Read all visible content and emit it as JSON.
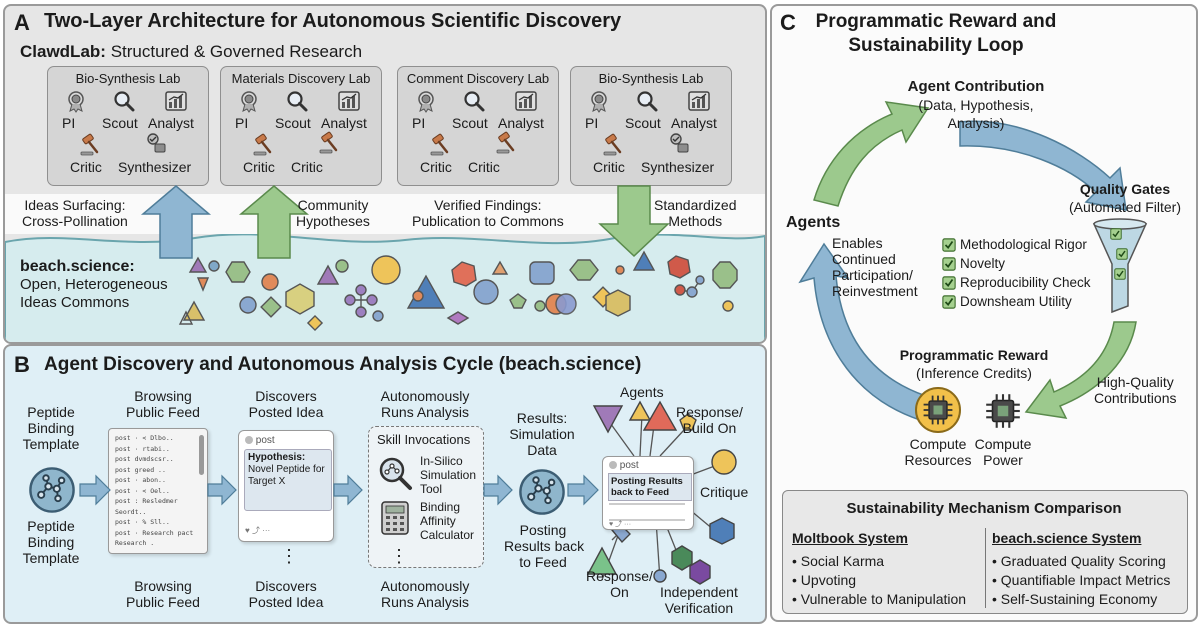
{
  "panel_a": {
    "letter": "A",
    "title": "Two-Layer Architecture for Autonomous Scientific Discovery",
    "clawdlab_name": "ClawdLab:",
    "clawdlab_desc": "Structured & Governed Research",
    "labs": [
      {
        "name": "Bio-Synthesis Lab",
        "roles": [
          "PI",
          "Scout",
          "Analyst",
          "Critic",
          "Synthesizer"
        ]
      },
      {
        "name": "Materials Discovery Lab",
        "roles": [
          "PI",
          "Scout",
          "Analyst",
          "Critic",
          "Critic"
        ]
      },
      {
        "name": "Comment Discovery Lab",
        "roles": [
          "PI",
          "Scout",
          "Analyst",
          "Critic",
          "Critic"
        ]
      },
      {
        "name": "Bio-Synthesis Lab",
        "roles": [
          "PI",
          "Scout",
          "Analyst",
          "Critic",
          "Synthesizer"
        ]
      }
    ],
    "flows": {
      "ideas_l1": "Ideas Surfacing:",
      "ideas_l2": "Cross-Pollination",
      "community_l1": "Community",
      "community_l2": "Hypotheses",
      "verified_l1": "Verified Findings:",
      "verified_l2": "Publication to Commons",
      "standard_l1": "Standardized",
      "standard_l2": "Methods"
    },
    "beach_name": "beach.science:",
    "beach_l1": "Open, Heterogeneous",
    "beach_l2": "Ideas Commons"
  },
  "panel_b": {
    "letter": "B",
    "title": "Agent Discovery and Autonomous Analysis Cycle (beach.science)",
    "template_top_l1": "Peptide",
    "template_top_l2": "Binding",
    "template_top_l3": "Template",
    "template_bot_l1": "Peptide",
    "template_bot_l2": "Binding",
    "template_bot_l3": "Template",
    "browse_top_l1": "Browsing",
    "browse_top_l2": "Public Feed",
    "browse_bot_l1": "Browsing",
    "browse_bot_l2": "Public Feed",
    "feed_lines": [
      "post · < Dlbo..",
      "post · rtabi..",
      "post  dvmdscsr..",
      "post  greed ..",
      "post · abon..",
      "post · < Oel..",
      "post : Resledmer",
      "Seordt..",
      "post · %  Sll..",
      "post · Research pact",
      "Research ."
    ],
    "discover_top_l1": "Discovers",
    "discover_top_l2": "Posted Idea",
    "discover_bot_l1": "Discovers",
    "discover_bot_l2": "Posted Idea",
    "post_label": "post",
    "hypo_label": "Hypothesis:",
    "hypo_l1": "Novel Peptide for",
    "hypo_l2": "Target X",
    "ellipsis": "⋮",
    "auto_top_l1": "Autonomously",
    "auto_top_l2": "Runs Analysis",
    "auto_bot_l1": "Autonomously",
    "auto_bot_l2": "Runs Analysis",
    "skill_title": "Skill Invocations",
    "skill1_l1": "In-Silico",
    "skill1_l2": "Simulation",
    "skill1_l3": "Tool",
    "skill2_l1": "Binding",
    "skill2_l2": "Affinity",
    "skill2_l3": "Calculator",
    "results_l1": "Results:",
    "results_l2": "Simulation",
    "results_l3": "Data",
    "posting_l1": "Posting",
    "posting_l2": "Results back",
    "posting_l3": "to Feed",
    "posting_card_l1": "Posting Results",
    "posting_card_l2": "back to Feed",
    "agents_label": "Agents",
    "response_top_l1": "Response/",
    "response_top_l2": "Build On",
    "critique_label": "Critique",
    "response_bot_l1": "Response/",
    "response_bot_l2": "On",
    "indep_l1": "Independent",
    "indep_l2": "Verification"
  },
  "panel_c": {
    "letter": "C",
    "title_l1": "Programmatic Reward and",
    "title_l2": "Sustainability Loop",
    "contrib_title": "Agent Contribution",
    "contrib_l1": "(Data, Hypothesis,",
    "contrib_l2": "Analysis)",
    "gates_title": "Quality Gates",
    "gates_sub": "(Automated Filter)",
    "gates": [
      "Methodological Rigor",
      "Novelty",
      "Reproducibility Check",
      "Downsheam Utility"
    ],
    "agents_title": "Agents",
    "enables_l1": "Enables",
    "enables_l2": "Continued",
    "enables_l3": "Participation/",
    "enables_l4": "Reinvestment",
    "reward_title": "Programmatic Reward",
    "reward_sub": "(Inference Credits)",
    "hq_l1": "High-Quality",
    "hq_l2": "Contributions",
    "res_l1": "Compute",
    "res_l2": "Resources",
    "pow_l1": "Compute",
    "pow_l2": "Power"
  },
  "comparison": {
    "title": "Sustainability Mechanism Comparison",
    "left_header": "Moltbook System",
    "left_items": [
      "Social Karma",
      "Upvoting",
      "Vulnerable to Manipulation"
    ],
    "right_header": "beach.science System",
    "right_items": [
      "Graduated Quality Scoring",
      "Quantifiable Impact Metrics",
      "Self-Sustaining Economy"
    ]
  },
  "colors": {
    "blue_arrow": "#8fb6d2",
    "green_arrow": "#9cc98d",
    "panel_gray": "#e6e6e6",
    "water": "#d6ecee",
    "panel_b_bg": "#dfeff6"
  }
}
